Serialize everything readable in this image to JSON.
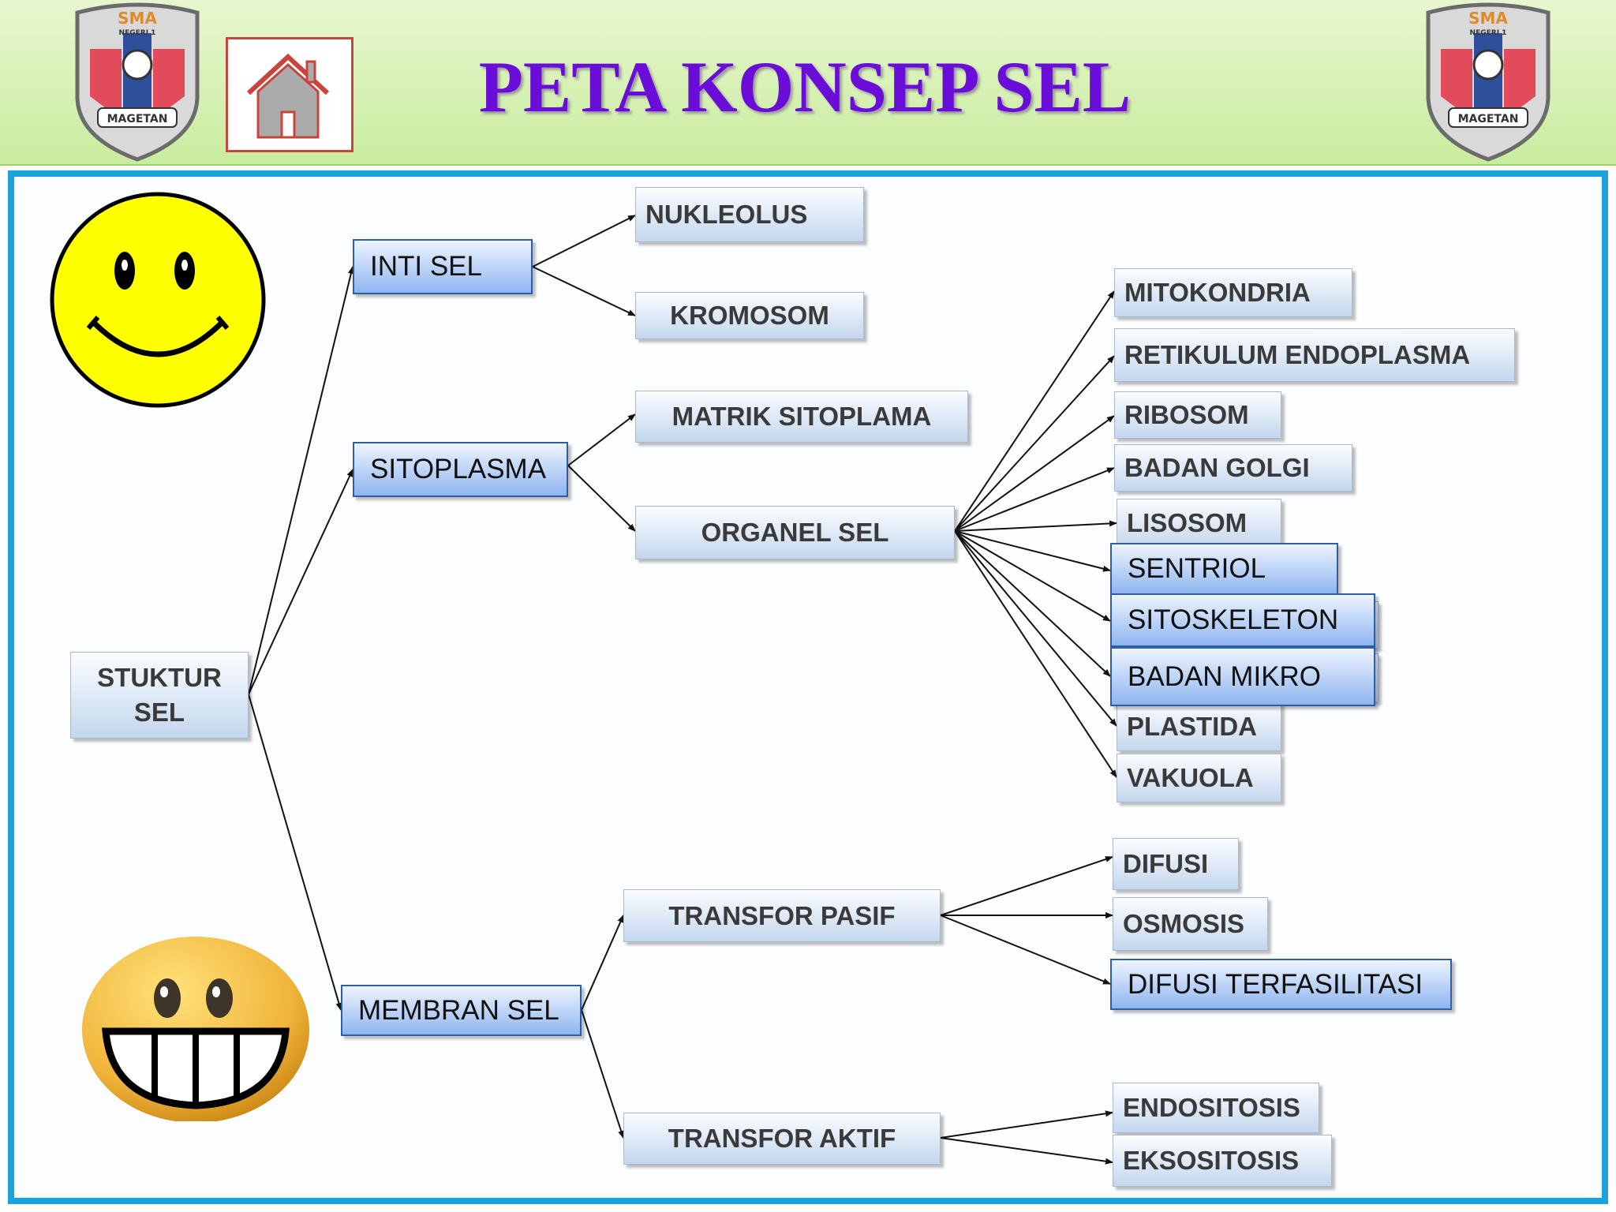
{
  "header": {
    "title": "PETA KONSEP SEL",
    "home_icon": "home-icon",
    "logo": {
      "top_text": "SMA",
      "sub_text": "NEGERI 1",
      "banner_text": "MAGETAN"
    }
  },
  "colors": {
    "title": "#6a0dd8",
    "frame": "#1aa3db",
    "header_bg": "#d6f2b4",
    "home_border": "#c9443c",
    "node_fill": "#c4d7ee",
    "highlight_fill": "#8fb5ef"
  },
  "diagram": {
    "root": {
      "line1": "STUKTUR",
      "line2": "SEL"
    },
    "inti_sel": "INTI SEL",
    "nukleolus": "NUKLEOLUS",
    "kromosom": "KROMOSOM",
    "sitoplasma": "SITOPLASMA",
    "matrik_sitoplama": "MATRIK SITOPLAMA",
    "organel_sel": "ORGANEL SEL",
    "organel": [
      "MITOKONDRIA",
      "RETIKULUM ENDOPLASMA",
      "RIBOSOM",
      "BADAN GOLGI",
      "LISOSOM",
      "SENTRIOL",
      "SITOSKELETON",
      "BADAN MIKRO",
      "PLASTIDA",
      "VAKUOLA"
    ],
    "membran_sel": "MEMBRAN SEL",
    "transfor_pasif": "TRANSFOR PASIF",
    "pasif": [
      "DIFUSI",
      "OSMOSIS",
      "DIFUSI TERFASILITASI"
    ],
    "transfor_aktif": "TRANSFOR AKTIF",
    "aktif": [
      "ENDOSITOSIS",
      "EKSOSITOSIS"
    ]
  },
  "decorations": {
    "smiley": "smiley-face-icon",
    "grin": "grinning-face-icon",
    "logo_icon": "school-logo-icon"
  }
}
